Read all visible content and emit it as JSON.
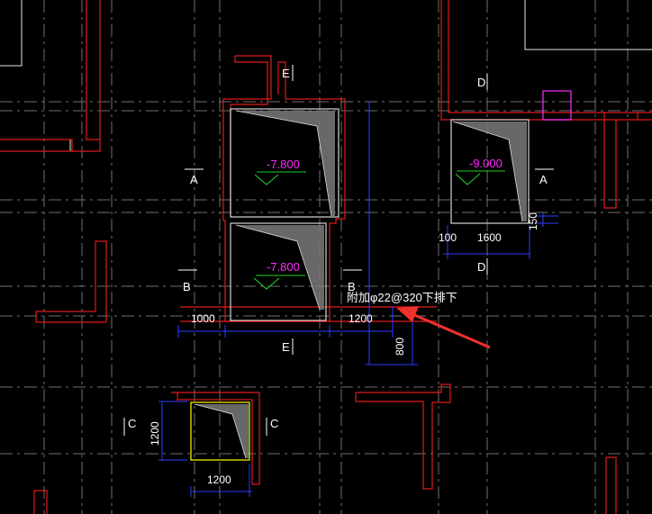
{
  "section_labels": {
    "e_top": "E",
    "d_top": "D",
    "a_left": "A",
    "a_right": "A",
    "b_left": "B",
    "b_right": "B",
    "d_bottom": "D",
    "e_bottom": "E",
    "c_left": "C",
    "c_right": "C"
  },
  "elevations": {
    "pit_upper": "-7.800",
    "pit_right": "-9.000",
    "pit_lower": "-7.800"
  },
  "dimensions": {
    "d_1000": "1000",
    "d_1200_mid": "1200",
    "d_800": "800",
    "d_100": "100",
    "d_1600": "1600",
    "d_150": "150",
    "d_1200_vert": "1200",
    "d_1200_bottom": "1200"
  },
  "annotation": {
    "rebar_note": "附加φ22@320下排下"
  },
  "colors": {
    "wall": "#e01a1a",
    "grid": "#6f6f6f",
    "dimension": "#2b3cff",
    "elevation": "#ff2bff",
    "marker": "#1fd11f",
    "arrow": "#f0302c"
  }
}
